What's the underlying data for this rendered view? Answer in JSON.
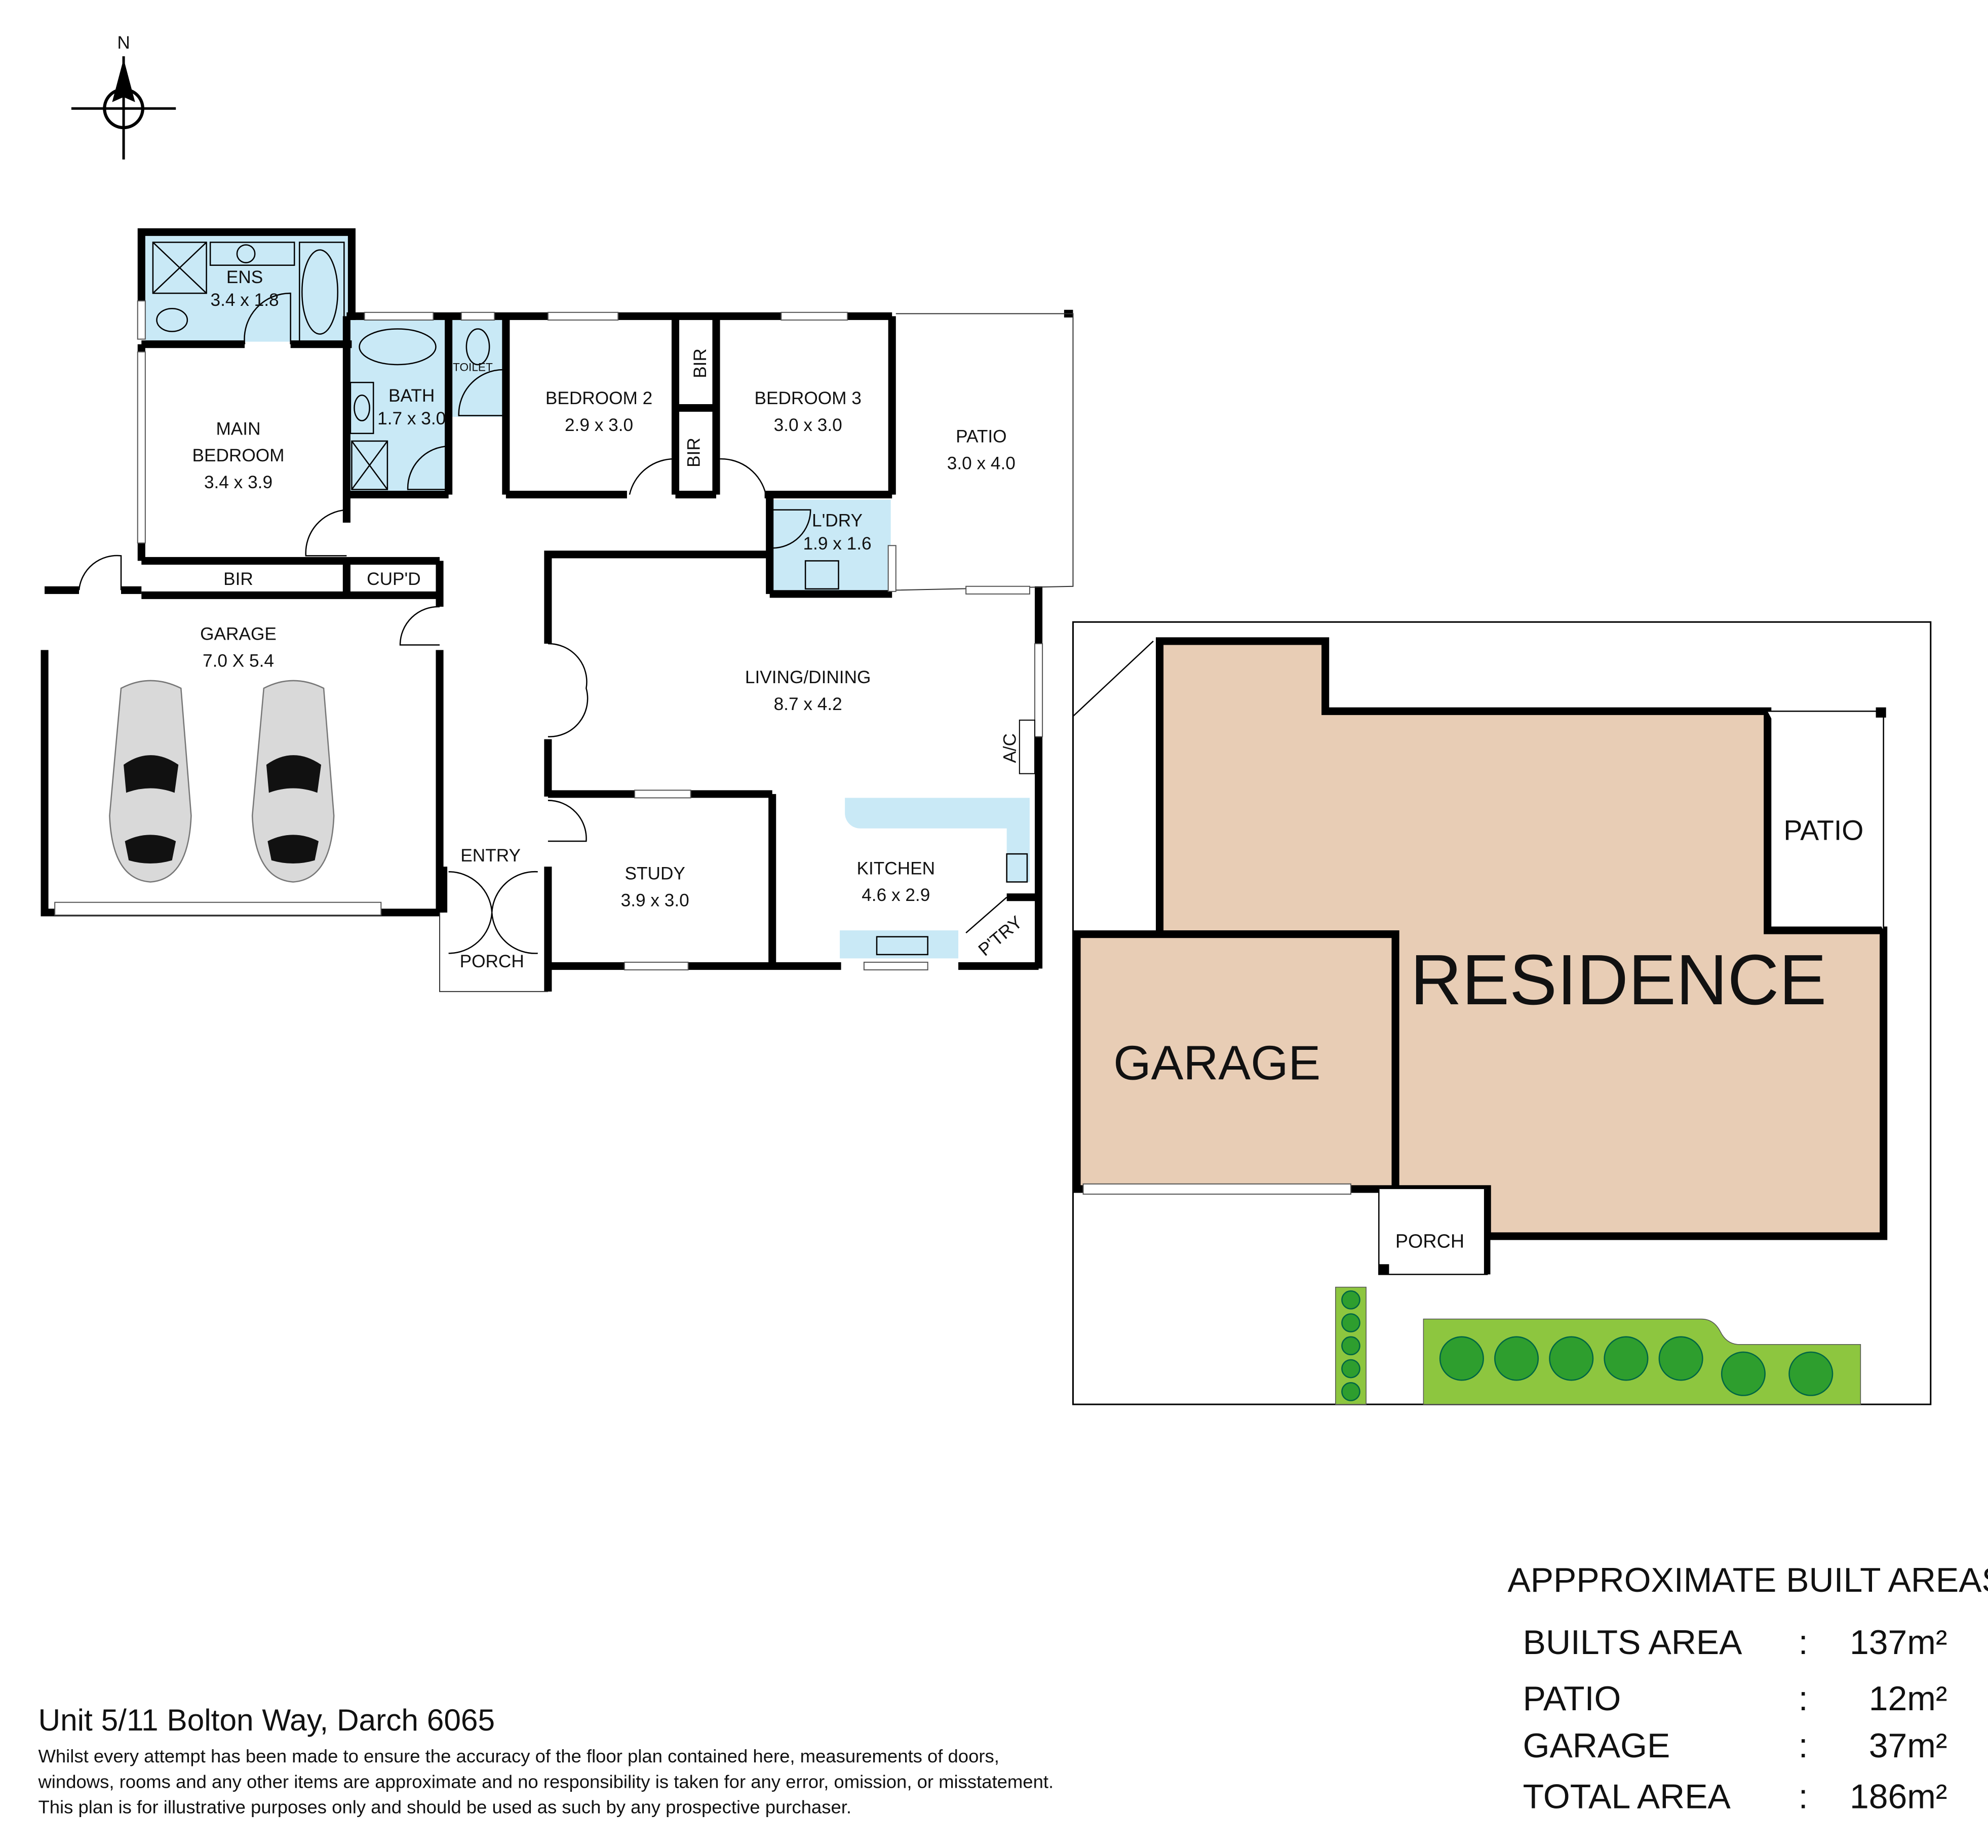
{
  "compass": {
    "label": "N"
  },
  "rooms": {
    "ens": {
      "name": "ENS",
      "dims": "3.4 x 1.8"
    },
    "main_bedroom": {
      "name1": "MAIN",
      "name2": "BEDROOM",
      "dims": "3.4 x 3.9"
    },
    "bath": {
      "name": "BATH",
      "dims": "1.7 x 3.0"
    },
    "toilet": {
      "name": "TOILET"
    },
    "bedroom2": {
      "name": "BEDROOM 2",
      "dims": "2.9 x 3.0"
    },
    "bedroom3": {
      "name": "BEDROOM 3",
      "dims": "3.0 x 3.0"
    },
    "bir_a": {
      "name": "BIR"
    },
    "bir_b": {
      "name": "BIR"
    },
    "patio": {
      "name": "PATIO",
      "dims": "3.0 x 4.0"
    },
    "laundry": {
      "name": "L'DRY",
      "dims": "1.9 x 1.6"
    },
    "bir_main": {
      "name": "BIR"
    },
    "cupboard": {
      "name": "CUP'D"
    },
    "garage": {
      "name": "GARAGE",
      "dims": "7.0 X 5.4"
    },
    "living": {
      "name": "LIVING/DINING",
      "dims": "8.7 x 4.2"
    },
    "ac": {
      "name": "A/C"
    },
    "entry": {
      "name": "ENTRY"
    },
    "porch": {
      "name": "PORCH"
    },
    "study": {
      "name": "STUDY",
      "dims": "3.9 x 3.0"
    },
    "kitchen": {
      "name": "KITCHEN",
      "dims": "4.6 x 2.9"
    },
    "pantry": {
      "name": "P'TRY"
    }
  },
  "site_plan": {
    "residence": "RESIDENCE",
    "garage": "GARAGE",
    "patio": "PATIO",
    "porch": "PORCH",
    "colors": {
      "building": "#e8cdb5",
      "garden": "#8dc63f"
    }
  },
  "areas": {
    "title": "APPPROXIMATE BUILT AREAS",
    "rows": [
      {
        "label": "BUILTS AREA",
        "sep": ":",
        "value": "137m²"
      },
      {
        "label": "PATIO",
        "sep": ":",
        "value": "12m²"
      },
      {
        "label": "GARAGE",
        "sep": ":",
        "value": "37m²"
      },
      {
        "label": "TOTAL AREA",
        "sep": ":",
        "value": "186m²"
      }
    ]
  },
  "footer": {
    "address": "Unit 5/11 Bolton Way, Darch 6065",
    "disclaimer": [
      "Whilst every attempt has been made to ensure the accuracy of the floor plan contained here, measurements of doors,",
      "windows, rooms and any other items are approximate and no responsibility is taken for any error, omission, or misstatement.",
      "This plan is for illustrative purposes only and should be used as such by any prospective purchaser."
    ]
  }
}
